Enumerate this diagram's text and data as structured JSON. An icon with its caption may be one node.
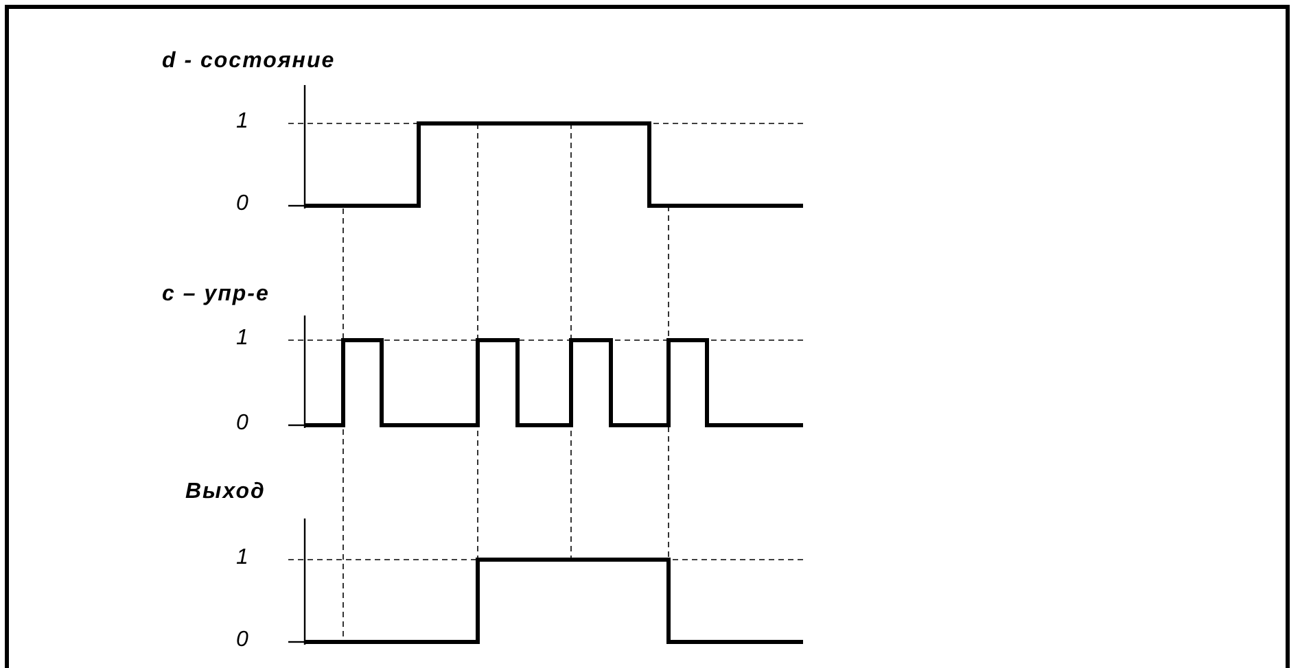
{
  "diagram": {
    "labels": [
      "d - состояние",
      "1",
      "0",
      "c – упр-е",
      "1",
      "0",
      "Выход",
      "1",
      "0"
    ]
  }
}
